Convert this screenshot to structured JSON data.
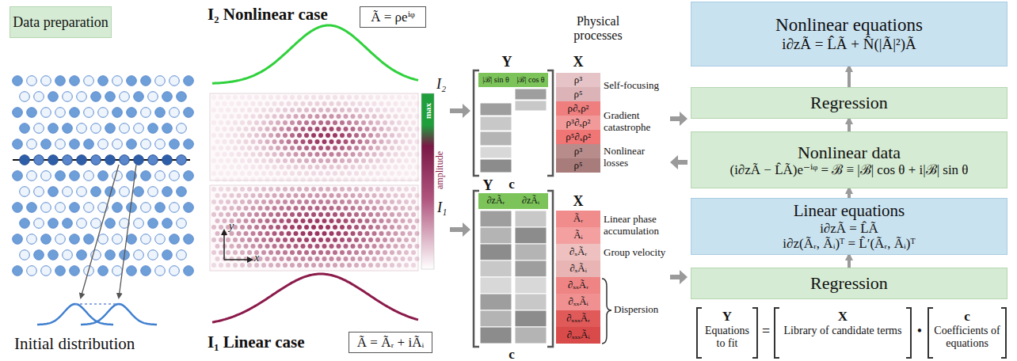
{
  "diagram": {
    "nodes": [
      {
        "text": [
          "Data preparation"
        ]
      },
      {
        "text": [
          "Ã = ρeⁱᵠ"
        ]
      },
      {
        "text": [
          "|ℬ| sin θ"
        ]
      },
      {
        "text": [
          "|ℬ| cos θ"
        ]
      },
      {
        "text": [
          "ρ³"
        ]
      },
      {
        "text": [
          "ρ⁵"
        ]
      },
      {
        "text": [
          "ρ∂ₓρ²"
        ]
      },
      {
        "text": [
          "ρ³∂ₓρ²"
        ]
      },
      {
        "text": [
          "ρ⁵∂ₓρ²"
        ]
      },
      {
        "text": [
          "ρ³"
        ]
      },
      {
        "text": [
          "ρ⁵"
        ]
      },
      {
        "text": [
          "∂zÃᵣ"
        ]
      },
      {
        "text": [
          "∂zÃᵢ"
        ]
      },
      {
        "text": [
          "Ãᵣ"
        ]
      },
      {
        "text": [
          "Ãᵢ"
        ]
      },
      {
        "text": [
          "∂ₓÃᵣ"
        ]
      },
      {
        "text": [
          "∂ₓÃᵢ"
        ]
      },
      {
        "text": [
          "∂ₓₓÃᵣ"
        ]
      },
      {
        "text": [
          "∂ₓₓÃᵢ"
        ]
      },
      {
        "text": [
          "∂ₓₓₓÃᵣ"
        ]
      },
      {
        "text": [
          "∂ₓₓₓÃᵢ"
        ]
      },
      {
        "text": [
          "Ã = Ãᵣ + iÃᵢ"
        ]
      },
      {
        "text": [
          "Nonlinear equations",
          "i∂zÃ = L̂Ã + N̂(|Ã|²)Ã"
        ]
      },
      {
        "text": [
          "Regression"
        ]
      },
      {
        "text": [
          "Nonlinear data",
          "(i∂zÃ − L̂Ã)e⁻ⁱᵠ = ℬ ≡ |ℬ| cos θ + i|ℬ| sin θ"
        ]
      },
      {
        "text": [
          "Linear equations",
          "i∂zÃ = L̂Ã",
          "i∂z(Ãᵣ, Ãᵢ)ᵀ = L̂′(Ãᵣ, Ãᵢ)ᵀ"
        ]
      },
      {
        "text": [
          "Regression"
        ]
      }
    ],
    "edges": [
      {
        "from": 26,
        "to": 25,
        "arrow": "to"
      },
      {
        "from": 25,
        "to": 24,
        "arrow": "to"
      },
      {
        "from": 24,
        "to": 23,
        "arrow": "to"
      },
      {
        "from": 23,
        "to": 22,
        "arrow": "to"
      }
    ],
    "labels": [
      "I₂ Nonlinear case",
      "max",
      "amplitude",
      "I₂",
      "I₁",
      "y",
      "x",
      "I₁ Linear case",
      "Initial distribution",
      "Physical processes",
      "Y",
      "X",
      "Self-focusing",
      "Gradient catastrophe",
      "Nonlinear losses",
      "c",
      "Y",
      "X",
      "Linear phase accumulation",
      "Group velocity",
      "Dispersion",
      "c",
      "Y",
      "Equations to fit",
      "=",
      "X",
      "Library of candidate terms",
      "•",
      "c",
      "Coefficients of equations"
    ]
  }
}
